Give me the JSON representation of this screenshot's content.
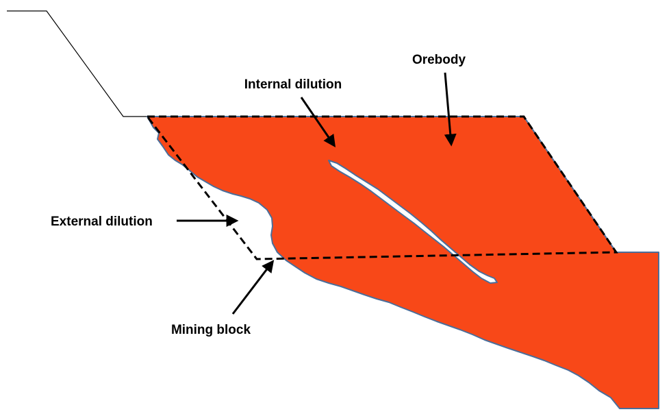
{
  "labels": {
    "orebody": "Orebody",
    "internal_dilution": "Internal dilution",
    "external_dilution": "External dilution",
    "mining_block": "Mining block"
  },
  "colors": {
    "orebody_fill": "#f84818",
    "contact_outline": "#4a6e9a",
    "dilution_fill": "#ffffff",
    "block_outline": "#000000",
    "arrow": "#000000",
    "ground_line": "#000000"
  }
}
